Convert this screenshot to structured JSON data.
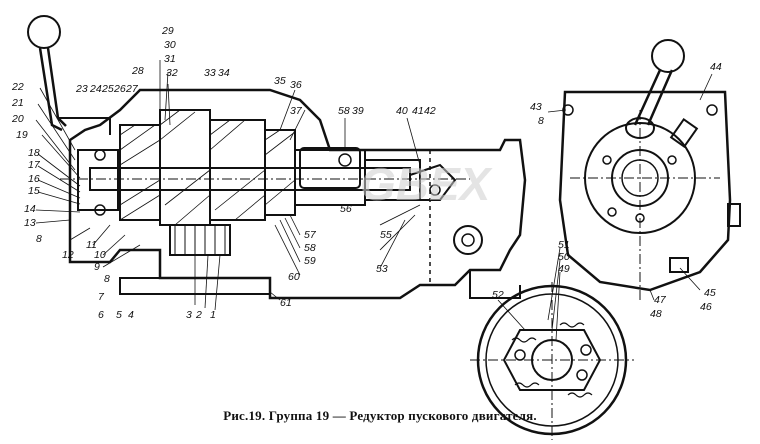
{
  "figure": {
    "caption": "Рис.19. Группа 19 — Редуктор пускового двигателя.",
    "watermark": "GBEX"
  },
  "callouts": {
    "left_view": [
      "22",
      "21",
      "20",
      "19",
      "18",
      "17",
      "16",
      "15",
      "14",
      "13",
      "8",
      "12",
      "11",
      "10",
      "9",
      "8",
      "7",
      "6",
      "5",
      "4",
      "23",
      "24",
      "25",
      "26",
      "27",
      "28",
      "29",
      "30",
      "31",
      "32",
      "33",
      "34",
      "35",
      "36",
      "37",
      "58",
      "39",
      "40",
      "41",
      "42",
      "3",
      "2",
      "1",
      "57",
      "58",
      "59",
      "60",
      "56",
      "55",
      "53",
      "61"
    ],
    "right_view": [
      "44",
      "43",
      "8",
      "45",
      "46",
      "47",
      "48",
      "51",
      "50",
      "49",
      "52"
    ]
  }
}
